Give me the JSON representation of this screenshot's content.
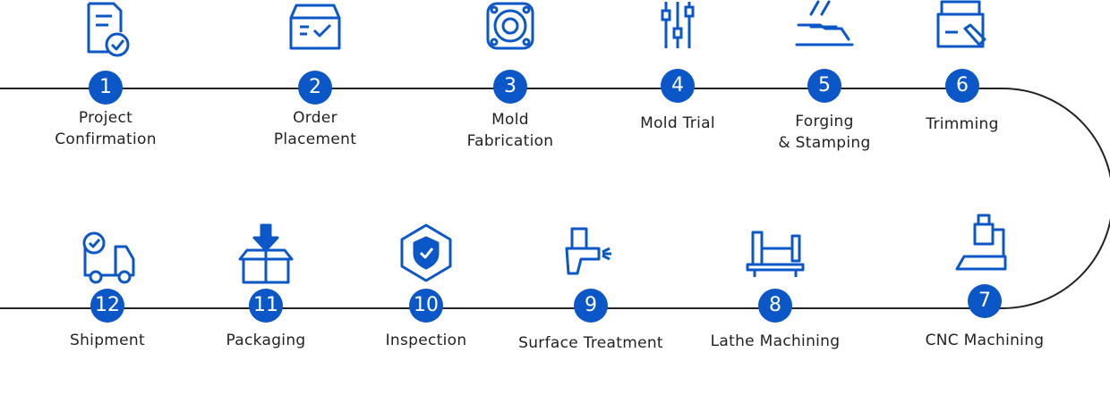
{
  "colors": {
    "accent": "#0b57c8",
    "line": "#222222",
    "text": "#222222"
  },
  "steps": [
    {
      "number": "1",
      "label": "Project\nConfirmation",
      "icon": "document-check-icon"
    },
    {
      "number": "2",
      "label": "Order\nPlacement",
      "icon": "box-check-icon"
    },
    {
      "number": "3",
      "label": "Mold\nFabrication",
      "icon": "mold-icon"
    },
    {
      "number": "4",
      "label": "Mold Trial",
      "icon": "sliders-icon"
    },
    {
      "number": "5",
      "label": "Forging\n& Stamping",
      "icon": "forging-icon"
    },
    {
      "number": "6",
      "label": "Trimming",
      "icon": "trimming-icon"
    },
    {
      "number": "7",
      "label": "CNC Machining",
      "icon": "cnc-machine-icon"
    },
    {
      "number": "8",
      "label": "Lathe Machining",
      "icon": "lathe-icon"
    },
    {
      "number": "9",
      "label": "Surface Treatment",
      "icon": "spray-gun-icon"
    },
    {
      "number": "10",
      "label": "Inspection",
      "icon": "shield-check-icon"
    },
    {
      "number": "11",
      "label": "Packaging",
      "icon": "package-icon"
    },
    {
      "number": "12",
      "label": "Shipment",
      "icon": "truck-icon"
    }
  ]
}
